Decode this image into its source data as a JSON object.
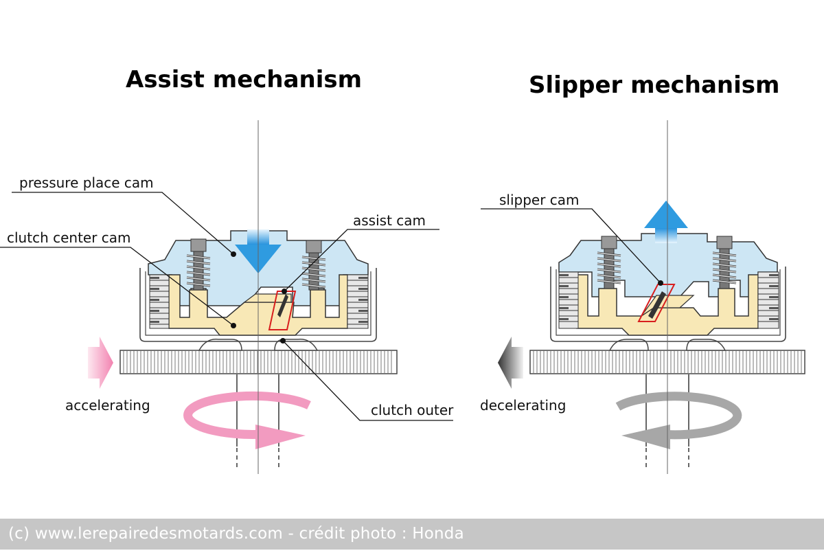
{
  "titles": {
    "assist": "Assist mechanism",
    "slipper": "Slipper mechanism"
  },
  "labels": {
    "pressure_place_cam": "pressure place cam",
    "clutch_center_cam": "clutch center cam",
    "assist_cam": "assist cam",
    "clutch_outer": "clutch outer",
    "accelerating": "accelerating",
    "slipper_cam": "slipper cam",
    "decelerating": "decelerating"
  },
  "footer": {
    "credit": "(c) www.lerepairedesmotards.com - crédit photo : Honda"
  },
  "colors": {
    "pressure_plate": "#cde6f4",
    "clutch_center": "#f8e8b6",
    "spring": "#cfcfcf",
    "cam_highlight": "#d81e1e",
    "accelerating_arrow": "#f48fb8",
    "decelerating_arrow": "#9a9a9a",
    "force_arrow": "#2f9be0",
    "footer_bg": "#c6c6c6"
  }
}
